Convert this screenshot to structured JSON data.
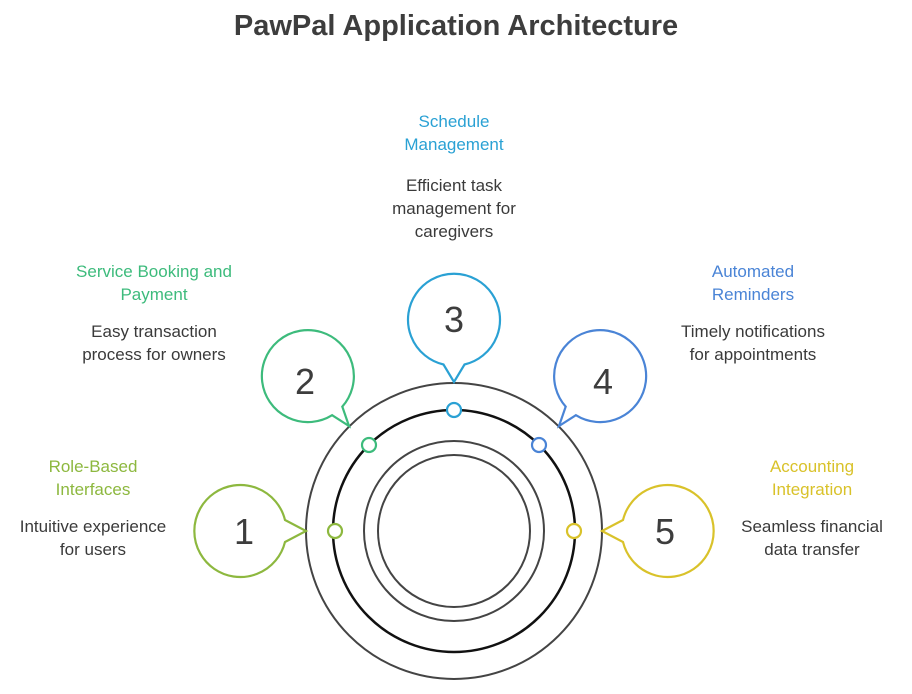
{
  "title": "PawPal Application Architecture",
  "items": [
    {
      "number": "1",
      "label_line1": "Role-Based",
      "label_line2": "Interfaces",
      "desc_line1": "Intuitive experience",
      "desc_line2": "for users",
      "color": "#8db83f"
    },
    {
      "number": "2",
      "label_line1": "Service Booking and",
      "label_line2": "Payment",
      "desc_line1": "Easy transaction",
      "desc_line2": "process for owners",
      "color": "#3dbb7c"
    },
    {
      "number": "3",
      "label_line1": "Schedule",
      "label_line2": "Management",
      "desc_line1": "Efficient task",
      "desc_line2": "management for",
      "desc_line3": "caregivers",
      "color": "#2aa1d4"
    },
    {
      "number": "4",
      "label_line1": "Automated",
      "label_line2": "Reminders",
      "desc_line1": "Timely notifications",
      "desc_line2": "for appointments",
      "color": "#4a84d6"
    },
    {
      "number": "5",
      "label_line1": "Accounting",
      "label_line2": "Integration",
      "desc_line1": "Seamless financial",
      "desc_line2": "data transfer",
      "color": "#d9c22a"
    }
  ]
}
